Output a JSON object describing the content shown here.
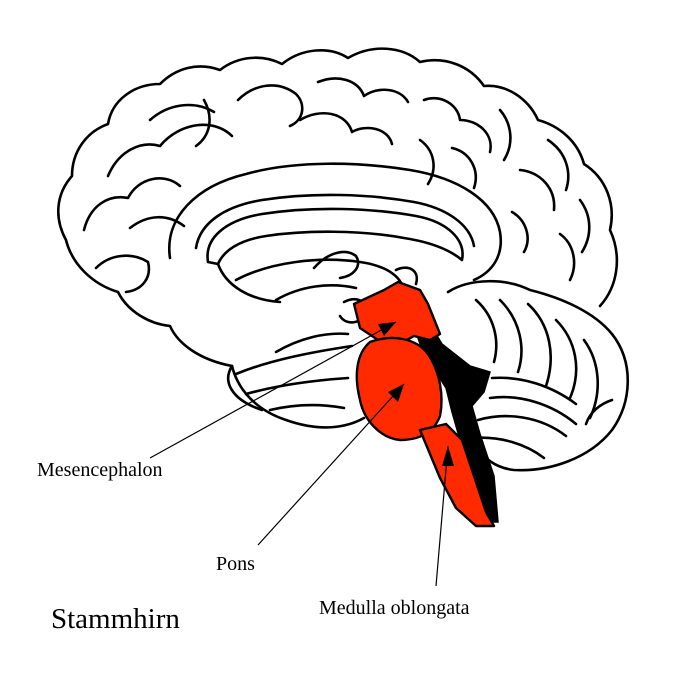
{
  "title": "Stammhirn",
  "labels": {
    "mesencephalon": "Mesencephalon",
    "pons": "Pons",
    "medulla": "Medulla oblongata"
  },
  "colors": {
    "brainstem": "#ff2a00",
    "ventricle": "#000000",
    "outline": "#000000",
    "background": "#ffffff"
  }
}
